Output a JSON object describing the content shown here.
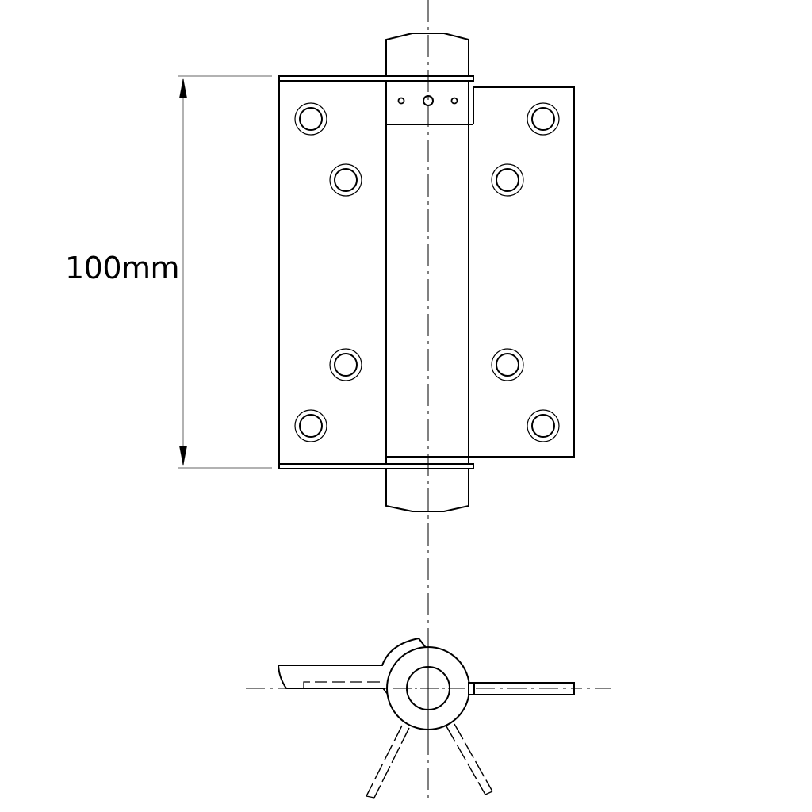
{
  "drawing": {
    "subject": "spring hinge technical drawing",
    "views": [
      "front-view",
      "top-view"
    ],
    "dimension": {
      "label": "100mm",
      "orientation": "vertical"
    },
    "line_color": "#000000",
    "dimension_line_color": "#999999",
    "background": "#ffffff"
  }
}
